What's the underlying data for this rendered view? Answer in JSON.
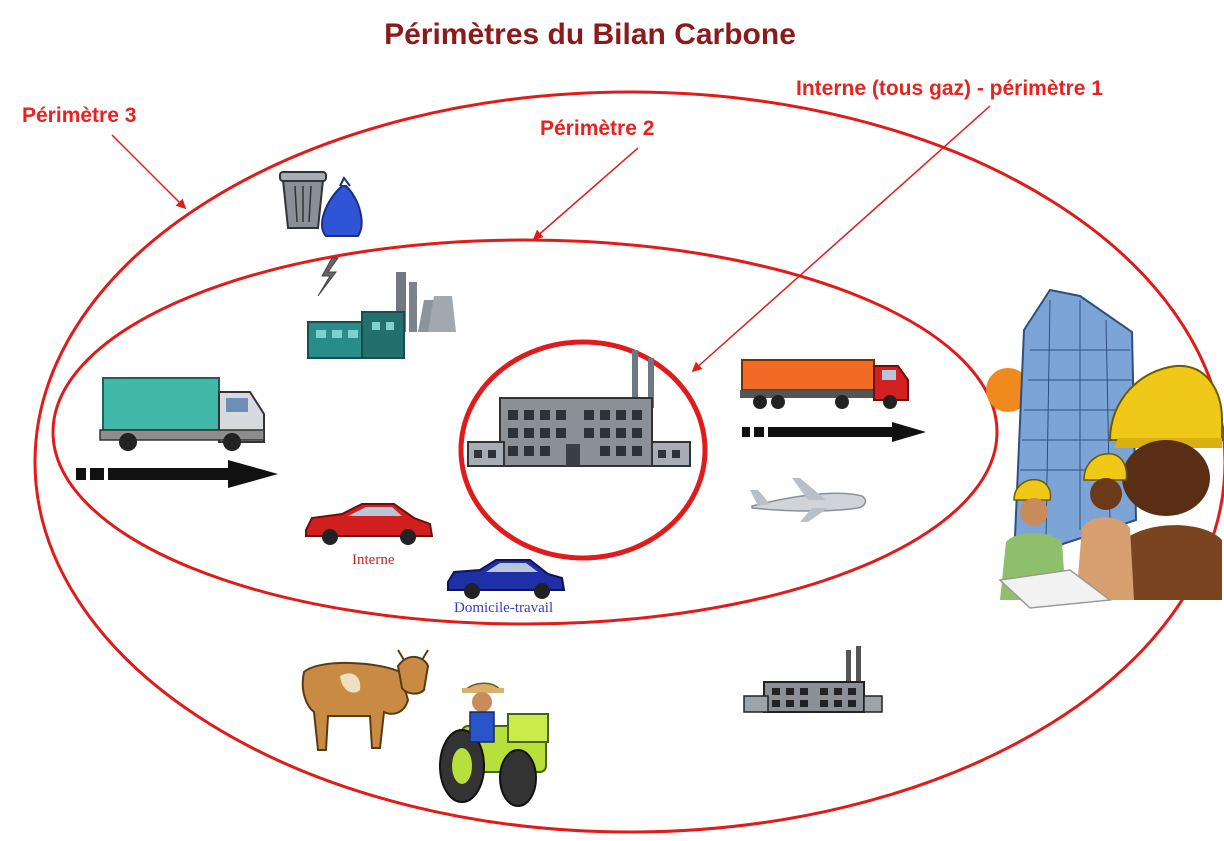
{
  "title": "Périmètres du Bilan Carbone",
  "labels": {
    "perimeter_3": "Périmètre 3",
    "perimeter_2": "Périmètre 2",
    "perimeter_1": "Interne (tous gaz) - périmètre 1"
  },
  "captions": {
    "red_car": "Interne",
    "blue_car": "Domicile-travail"
  },
  "icons": [
    "trash-bin-icon",
    "garbage-bag-icon",
    "lightning-icon",
    "power-plant-icon",
    "delivery-truck-icon",
    "arrow-icon",
    "red-car-icon",
    "blue-car-icon",
    "factory-icon",
    "semi-truck-icon",
    "airplane-icon",
    "workers-icon",
    "skyscraper-icon",
    "sun-icon",
    "cow-icon",
    "tractor-icon",
    "farmer-icon",
    "small-factory-icon"
  ],
  "colors": {
    "title": "#8b1a1a",
    "labels": "#e8231f",
    "ellipses": "#e01b1b",
    "interne_caption": "#d42020",
    "domicile_caption": "#3a3ad0"
  }
}
